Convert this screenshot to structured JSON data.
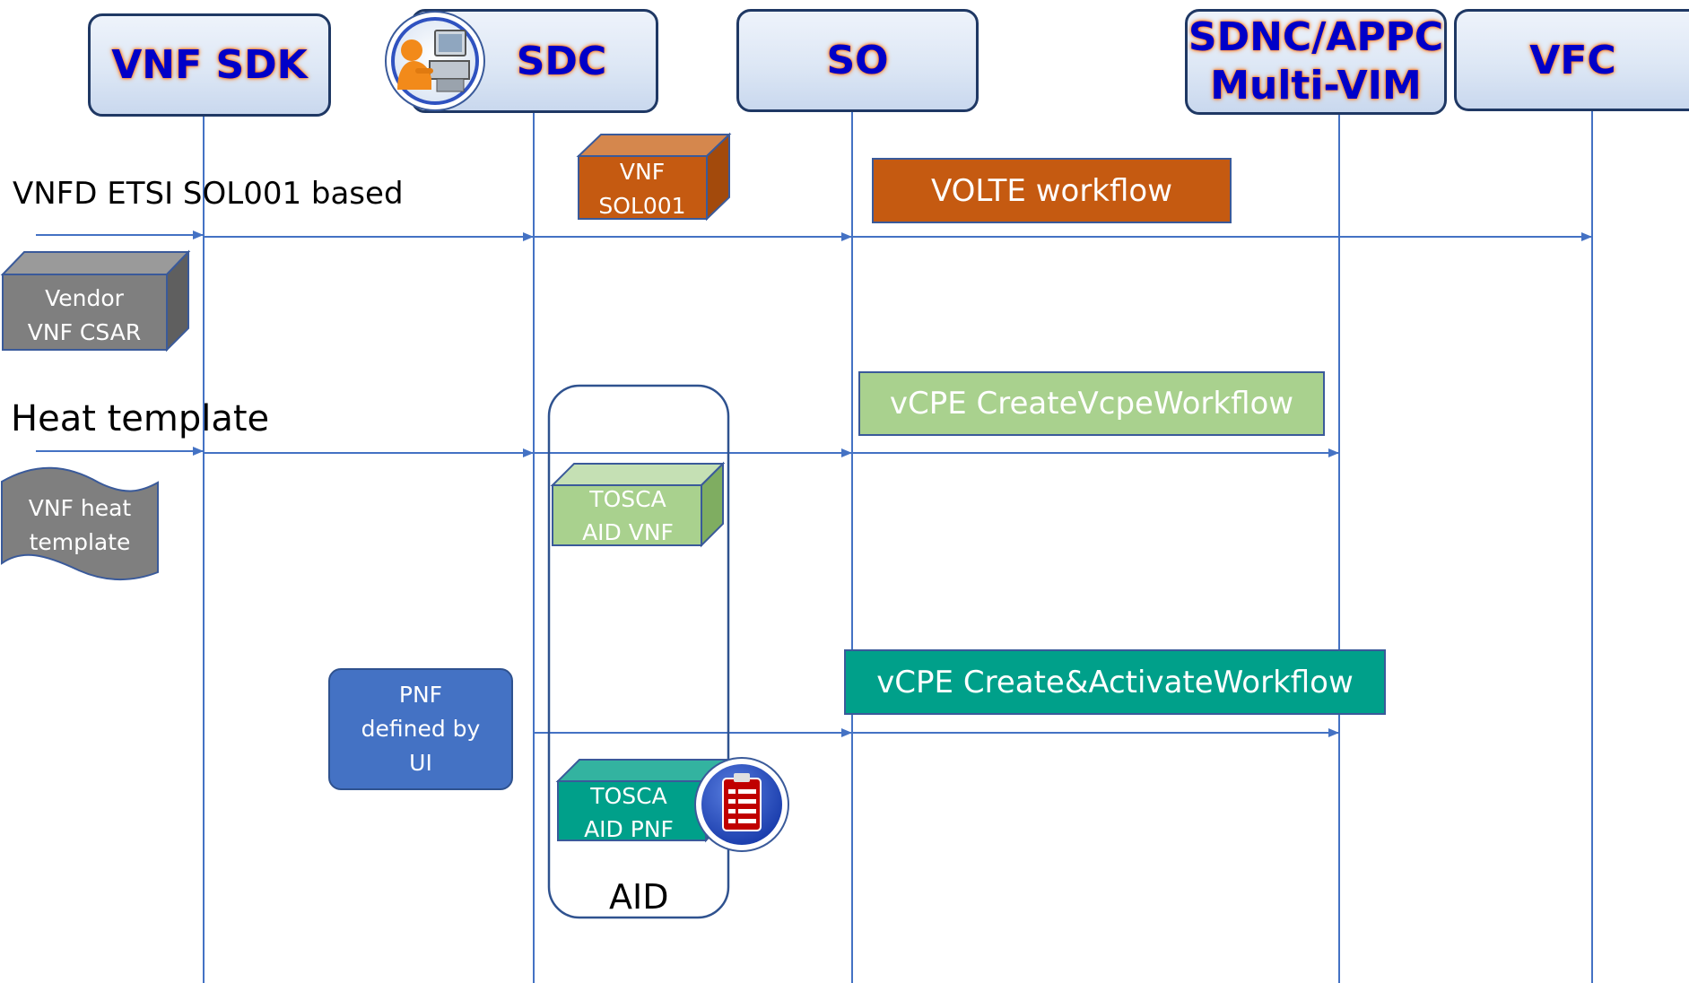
{
  "actors": {
    "vnf_sdk": "VNF SDK",
    "sdc": "SDC",
    "so": "SO",
    "sdnc_line1": "SDNC/APPC",
    "sdnc_line2": "Multi-VIM",
    "vfc": "VFC"
  },
  "flows": {
    "vnfd_label": "VNFD ETSI SOL001 based",
    "heat_label": "Heat template"
  },
  "artifacts": {
    "vendor_csar": [
      "Vendor",
      "VNF CSAR"
    ],
    "vnf_heat": [
      "VNF heat",
      "template"
    ],
    "vnf_sol001": [
      "VNF",
      "SOL001"
    ],
    "tosca_aid_vnf": [
      "TOSCA",
      "AID VNF"
    ],
    "tosca_aid_pnf": [
      "TOSCA",
      "AID PNF"
    ],
    "pnf_ui": [
      "PNF",
      "defined by",
      "UI"
    ],
    "aid_group": "AID"
  },
  "workflows": {
    "volte": "VOLTE workflow",
    "vcpe_create": "vCPE CreateVcpeWorkflow",
    "vcpe_activate": "vCPE Create&ActivateWorkflow"
  },
  "colors": {
    "lifeline": "#4472c4",
    "header_border": "#1f3864",
    "header_text": "#0000c8",
    "header_glow": "#ff8a30",
    "orange_box": "#c55a11",
    "green_box": "#a9d18e",
    "teal_box": "#00a08a",
    "gray_box": "#7f7f7f",
    "pnf_box": "#4472c4"
  }
}
